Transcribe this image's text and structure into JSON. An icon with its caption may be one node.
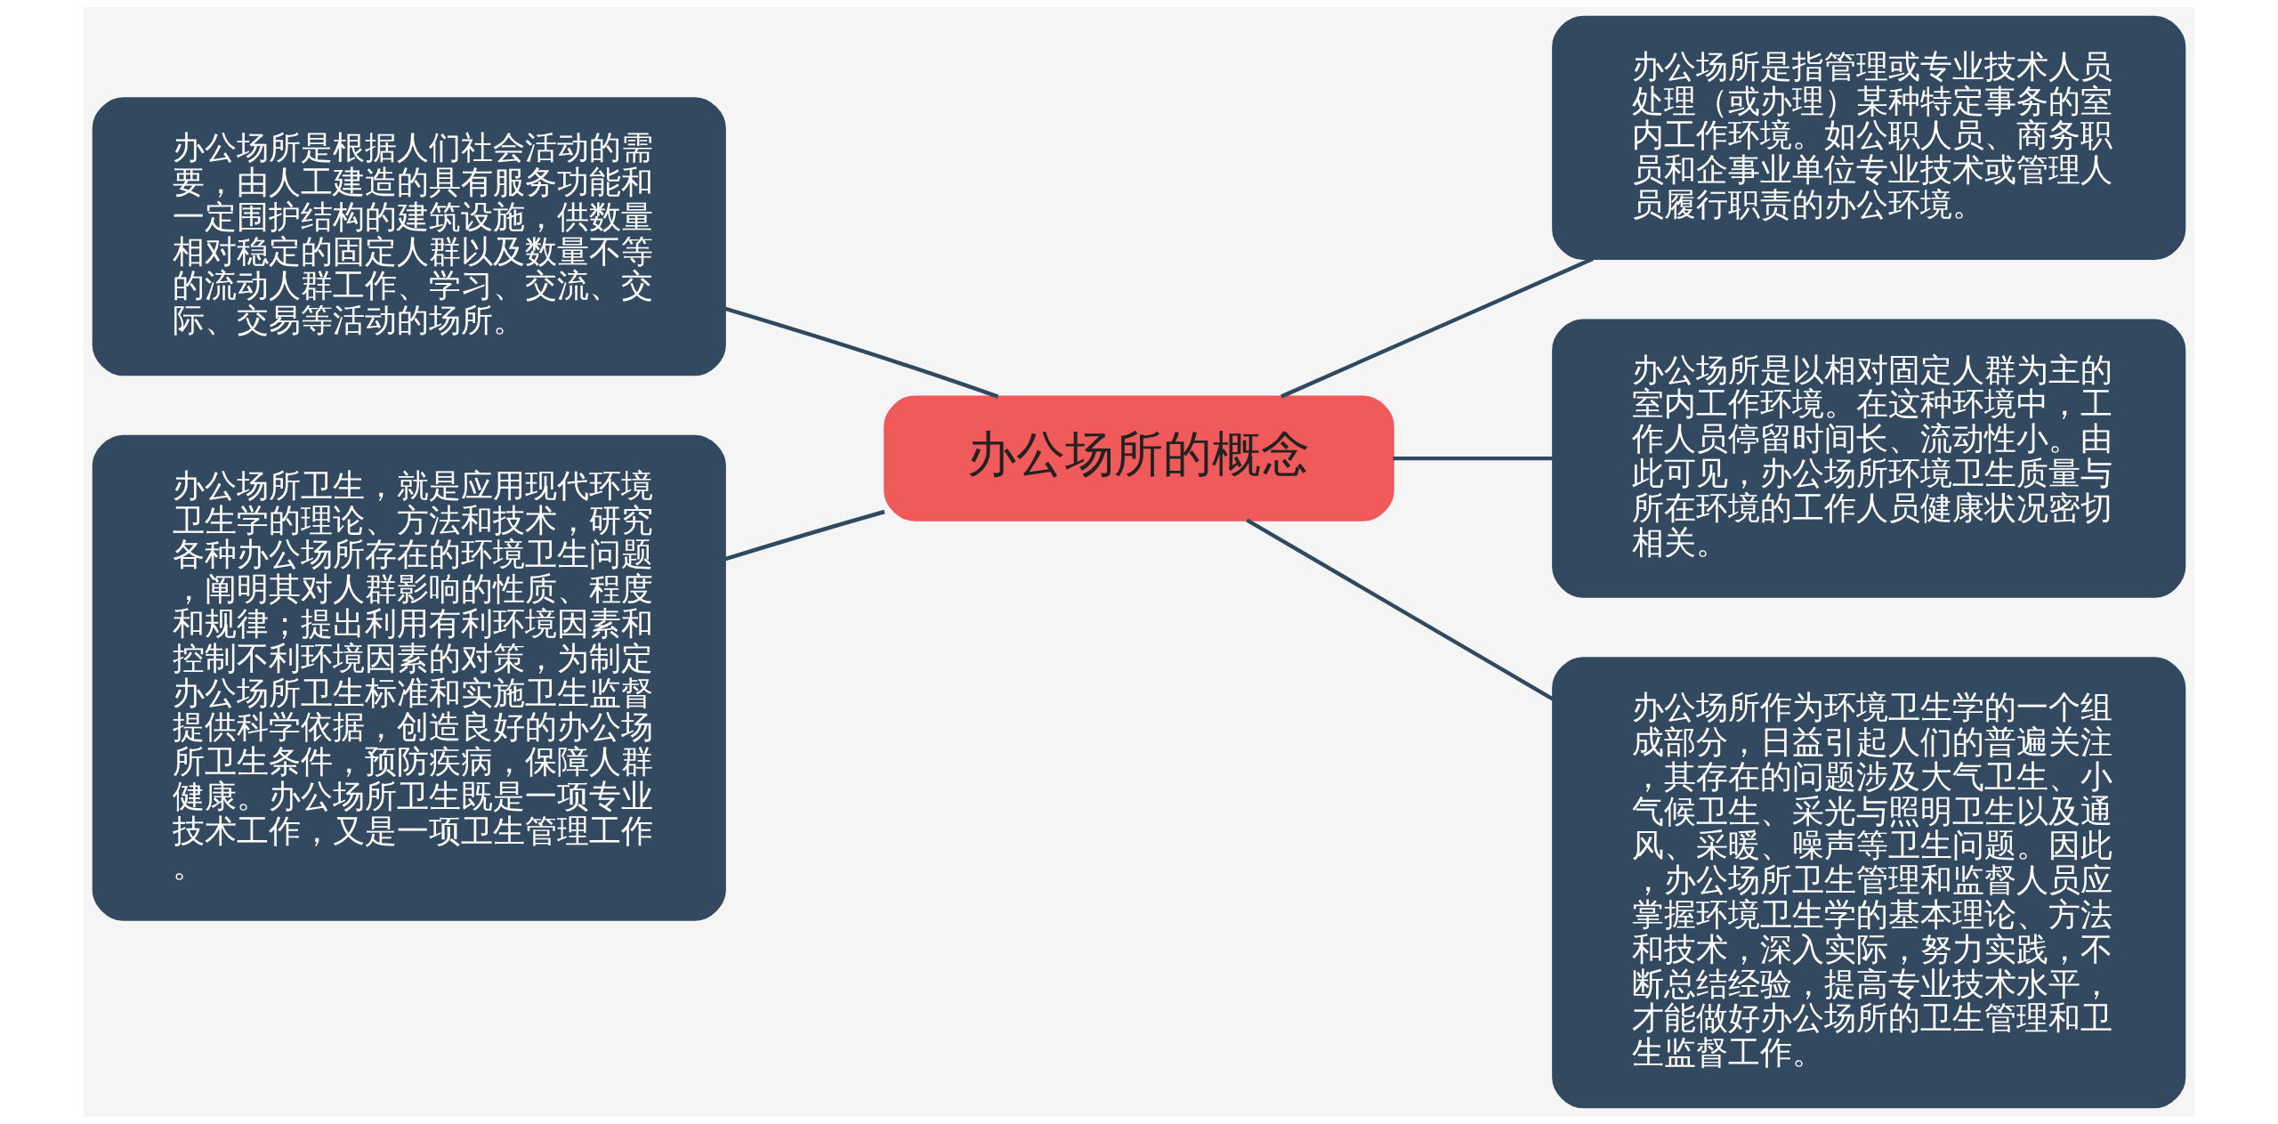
{
  "diagram": {
    "nodes": [
      {
        "text": [
          "办公场所的概念"
        ]
      },
      {
        "text": [
          "办公场所是根据人们社会活动的需要，由人工建造的具有服务功能和一定围护结构的建筑设施，供数量相对稳定的固定人群以及数量不等的流动人群工作、学习、交流、交际、交易等活动的场所。"
        ]
      },
      {
        "text": [
          "办公场所卫生，就是应用现代环境卫生学的理论、方法和技术，研究各种办公场所存在的环境卫生问题，阐明其对人群影响的性质、程度和规律；提出利用有利环境因素和控制不利环境因素的对策，为制定办公场所卫生标准和实施卫生监督提供科学依据，创造良好的办公场所卫生条件，预防疾病，保障人群健康。办公场所卫生既是一项专业技术工作，又是一项卫生管理工作。"
        ]
      },
      {
        "text": [
          "办公场所是指管理或专业技术人员处理（或办理）某种特定事务的室内工作环境。如公职人员、商务职员和企事业单位专业技术或管理人员履行职责的办公环境。"
        ]
      },
      {
        "text": [
          "办公场所是以相对固定人群为主的室内工作环境。在这种环境中，工作人员停留时间长、流动性小。由此可见，办公场所环境卫生质量与所在环境的工作人员健康状况密切相关。"
        ]
      },
      {
        "text": [
          "办公场所作为环境卫生学的一个组成部分，日益引起人们的普遍关注，其存在的问题涉及大气卫生、小气候卫生、采光与照明卫生以及通风、采暖、噪声等卫生问题。因此，办公场所卫生管理和监督人员应掌握环境卫生学的基本理论、方法和技术，深入实际，努力实践，不断总结经验，提高专业技术水平，才能做好办公场所的卫生管理和卫生监督工作。"
        ]
      }
    ],
    "edges": [
      {
        "from": 0,
        "to": 1,
        "arrow": "none"
      },
      {
        "from": 0,
        "to": 2,
        "arrow": "none"
      },
      {
        "from": 0,
        "to": 3,
        "arrow": "none"
      },
      {
        "from": 0,
        "to": 4,
        "arrow": "none"
      },
      {
        "from": 0,
        "to": 5,
        "arrow": "none"
      }
    ]
  }
}
